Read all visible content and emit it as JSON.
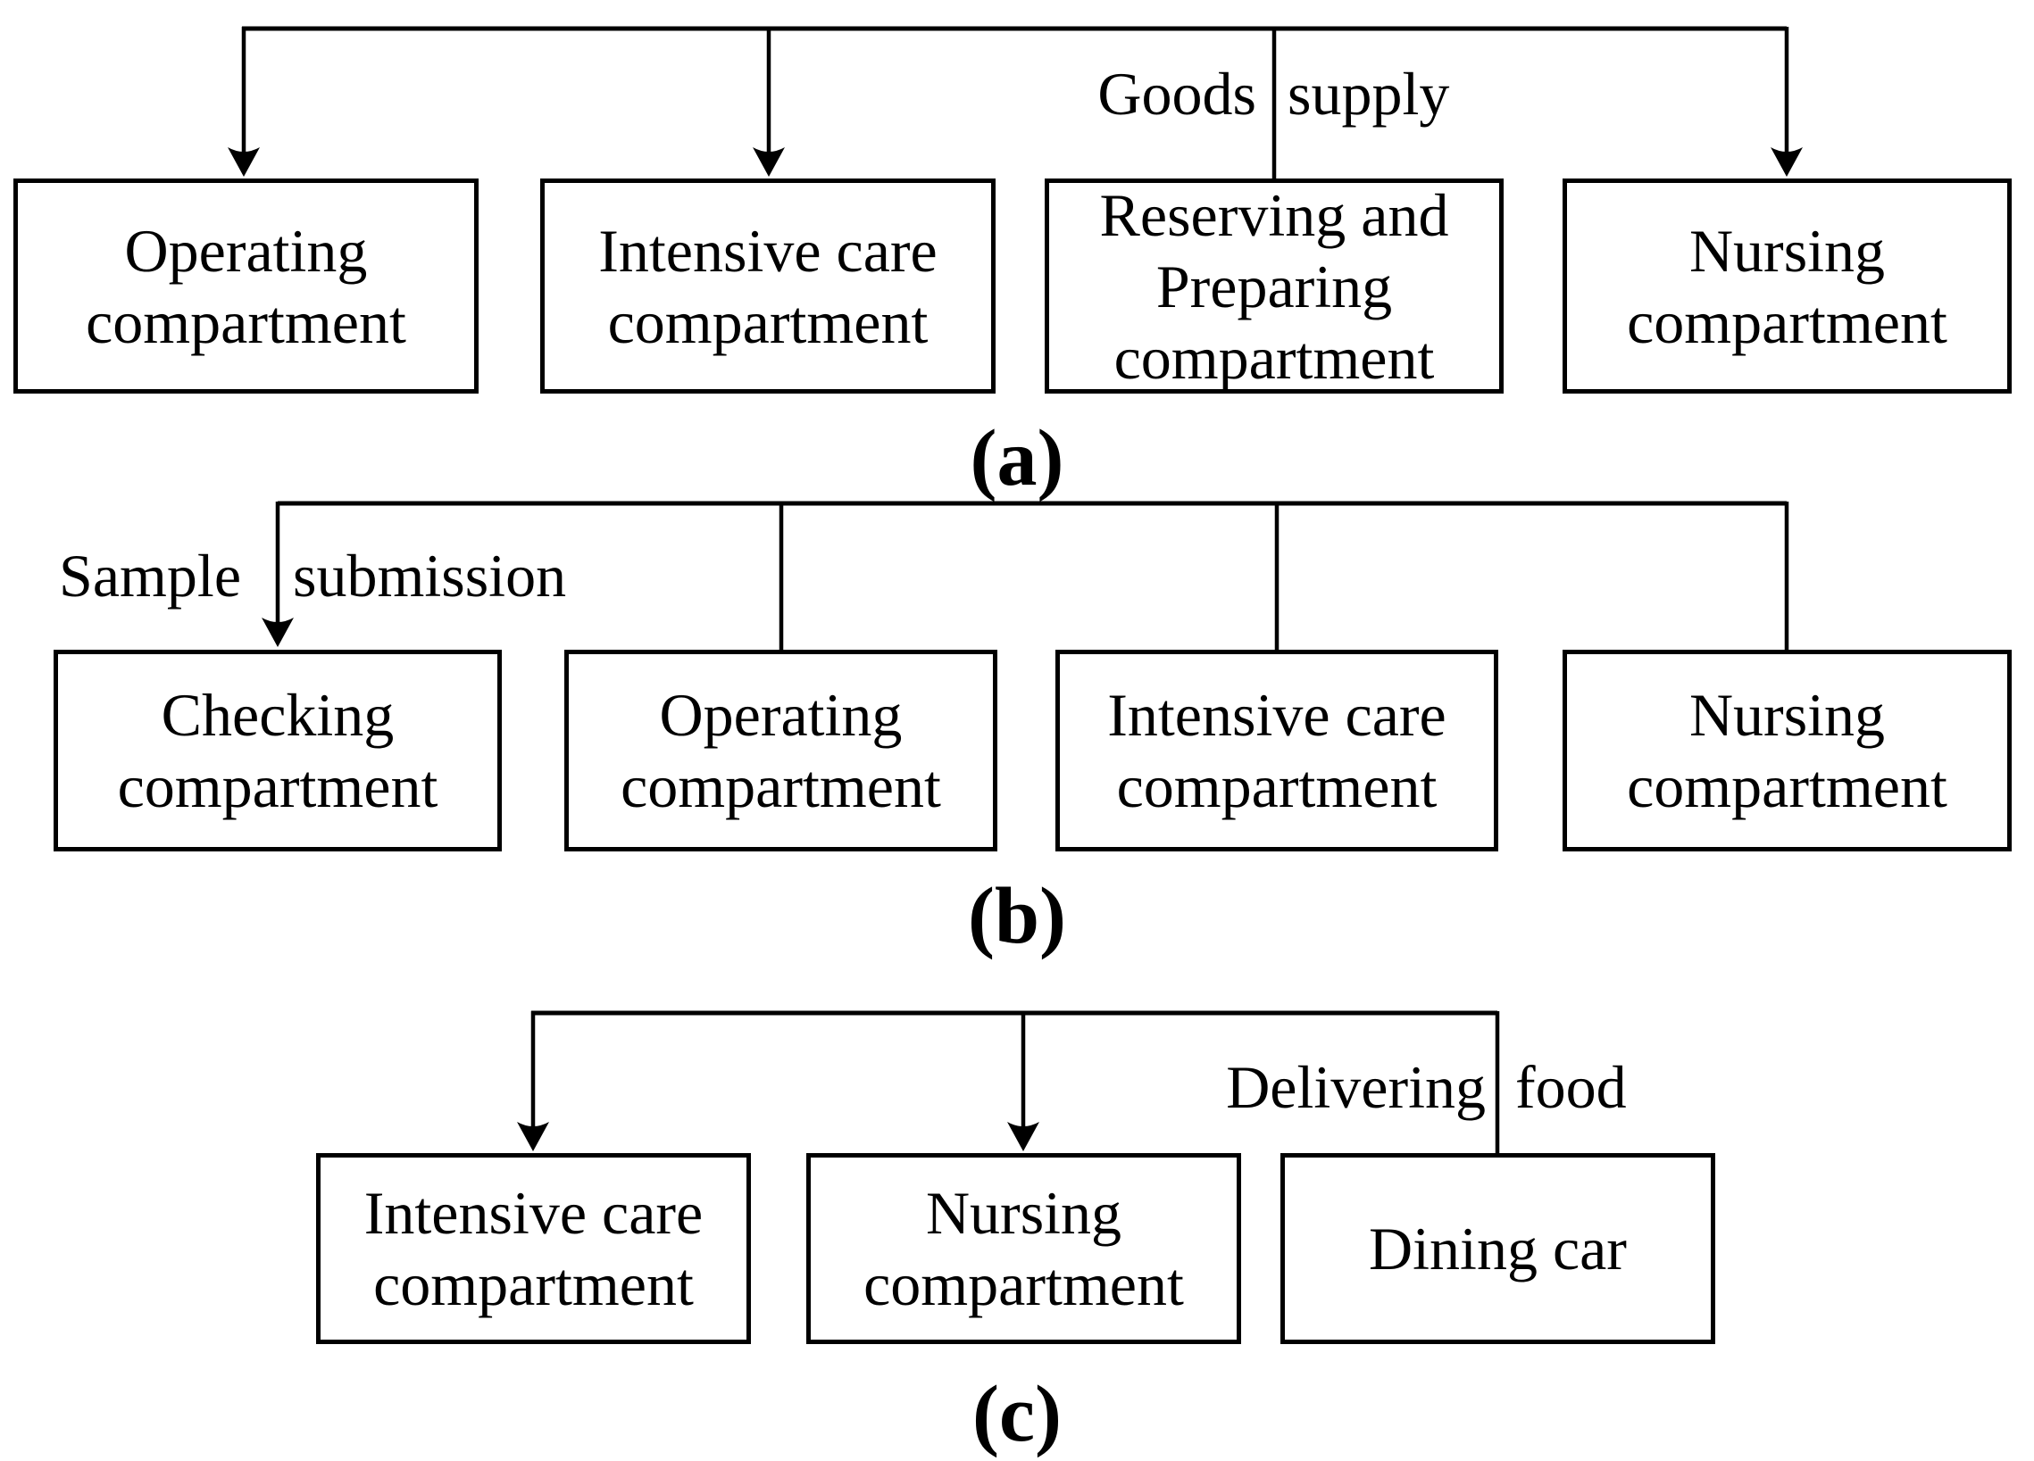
{
  "colors": {
    "ink": "#000000",
    "background": "#ffffff",
    "box_fill": "#ffffff"
  },
  "diagram_a": {
    "caption": "(a)",
    "flow_label": {
      "left": "Goods",
      "right": "supply"
    },
    "nodes": [
      {
        "label": "Operating\ncompartment"
      },
      {
        "label": "Intensive care\ncompartment"
      },
      {
        "label": "Reserving and\nPreparing\ncompartment"
      },
      {
        "label": "Nursing\ncompartment"
      }
    ]
  },
  "diagram_b": {
    "caption": "(b)",
    "flow_label": {
      "left": "Sample",
      "right": "submission"
    },
    "nodes": [
      {
        "label": "Checking\ncompartment"
      },
      {
        "label": "Operating\ncompartment"
      },
      {
        "label": "Intensive care\ncompartment"
      },
      {
        "label": "Nursing\ncompartment"
      }
    ]
  },
  "diagram_c": {
    "caption": "(c)",
    "flow_label": {
      "left": "Delivering",
      "right": "food"
    },
    "nodes": [
      {
        "label": "Intensive care\ncompartment"
      },
      {
        "label": "Nursing\ncompartment"
      },
      {
        "label": "Dining car"
      }
    ]
  }
}
